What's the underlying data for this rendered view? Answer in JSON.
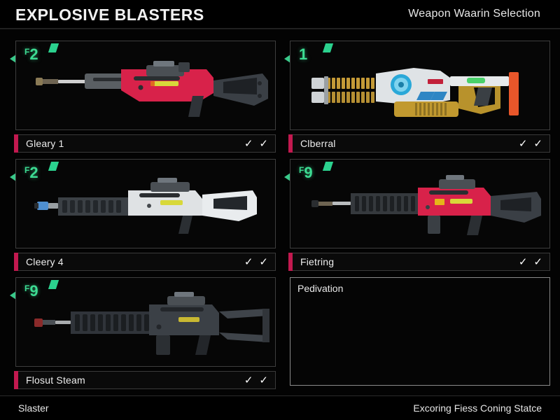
{
  "header": {
    "title": "EXPLOSIVE BLASTERS",
    "subtitle": "Weapon Waarin Selection"
  },
  "colors": {
    "background": "#030303",
    "badge_green": "#3ddc93",
    "accent_magenta": "#c2194f",
    "border_gray": "#3d3d3d",
    "text_white": "#ededed"
  },
  "cards": [
    {
      "badge_prefix": "F",
      "badge_number": "2",
      "name": "Gleary 1",
      "check1": "✓",
      "check2": "✓",
      "empty": false
    },
    {
      "badge_prefix": "",
      "badge_number": "1",
      "name": "Clberral",
      "check1": "✓",
      "check2": "✓",
      "empty": false
    },
    {
      "badge_prefix": "F",
      "badge_number": "2",
      "name": "Cleery 4",
      "check1": "✓",
      "check2": "✓",
      "empty": false
    },
    {
      "badge_prefix": "F",
      "badge_number": "9",
      "name": "Fietring",
      "check1": "✓",
      "check2": "✓",
      "empty": false
    },
    {
      "badge_prefix": "F",
      "badge_number": "9",
      "name": "Flosut Steam",
      "check1": "✓",
      "check2": "✓",
      "empty": false
    },
    {
      "name": "Pedivation",
      "empty": true
    }
  ],
  "footer": {
    "left": "Slaster",
    "right": "Excoring Fiess Coning Statce"
  },
  "icons": {
    "edge_marker": "left-triangle-marker",
    "flag": "green-diamond-flag",
    "check": "check-icon"
  }
}
